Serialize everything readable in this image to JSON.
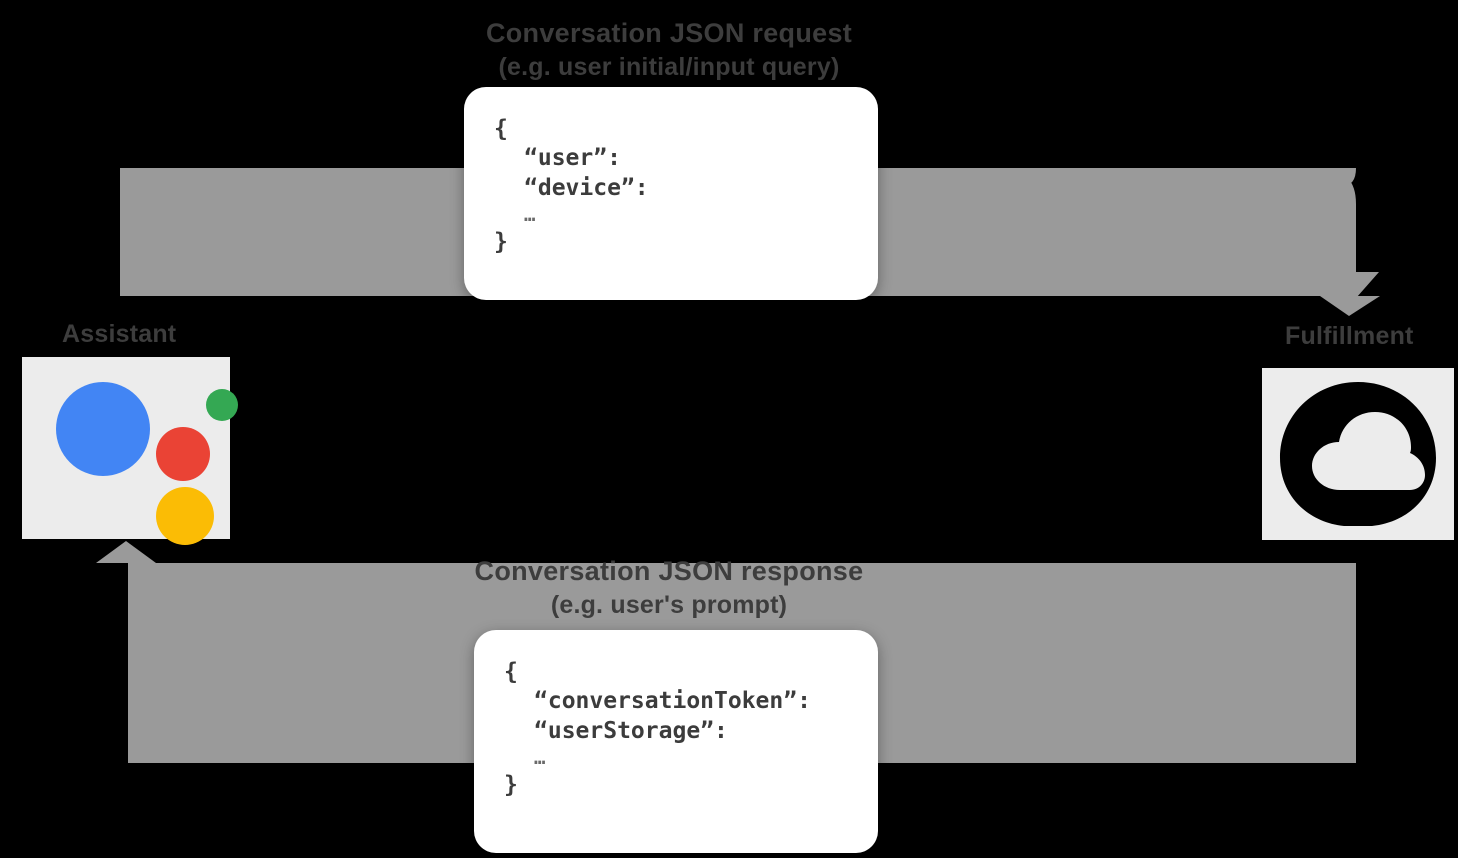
{
  "diagram": {
    "title_top": "Conversation JSON request",
    "subtitle_top": "(e.g. user initial/input query)",
    "title_bottom": "Conversation JSON response",
    "subtitle_bottom": "(e.g. user's prompt)"
  },
  "nodes": {
    "assistant": {
      "label": "Assistant",
      "icon": "google-assistant-logo",
      "colors": {
        "blue": "#4285F4",
        "red": "#EA4335",
        "yellow": "#FBBC05",
        "green": "#34A853"
      }
    },
    "fulfillment": {
      "label": "Fulfillment",
      "icon": "cloud-icon",
      "color": "#000000"
    }
  },
  "json_request": {
    "lines": [
      "{",
      "“user”:",
      "“device”:",
      "…",
      "}"
    ]
  },
  "json_response": {
    "lines": [
      "{",
      "“conversationToken”:",
      "“userStorage”:",
      "…",
      "}"
    ]
  },
  "style": {
    "arrow_color": "#9a9a9a",
    "background": "#000000",
    "node_background": "#ECECEC",
    "text_color": "#3D3D3D"
  }
}
